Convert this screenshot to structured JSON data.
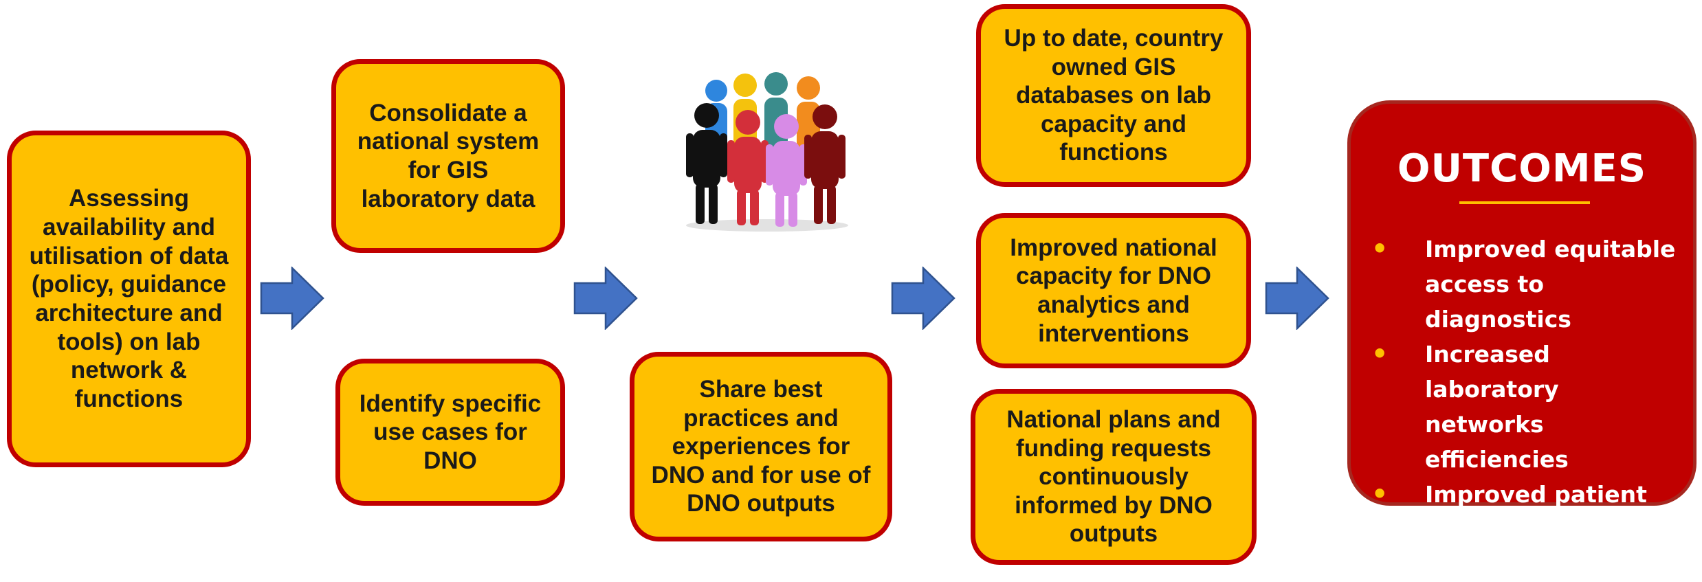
{
  "boxes": {
    "assessing": "Assessing availability and utilisation of data (policy, guidance architecture and  tools) on lab network & functions",
    "consolidate": "Consolidate a national system for GIS laboratory data",
    "identify": "Identify specific use cases for DNO",
    "share": "Share best practices and experiences for DNO and for use of DNO outputs",
    "gis_db": "Up to date, country owned GIS databases on lab capacity and functions",
    "capacity": "Improved national capacity for DNO analytics and interventions",
    "plans": "National  plans and funding requests continuously informed by DNO outputs"
  },
  "outcomes": {
    "title": "OUTCOMES",
    "items": [
      "Improved equitable access to diagnostics",
      "Increased laboratory networks efficiencies",
      "Improved patient and public health outcomes"
    ],
    "bullet": "•"
  },
  "colors": {
    "box_fill": "#FFC000",
    "box_border": "#C00000",
    "arrow_fill": "#4472C4",
    "arrow_stroke": "#2F528F",
    "outcomes_fill": "#C00000",
    "outcomes_rule": "#FFC000"
  },
  "icons": [
    "right-arrow-icon",
    "people-group-icon"
  ]
}
